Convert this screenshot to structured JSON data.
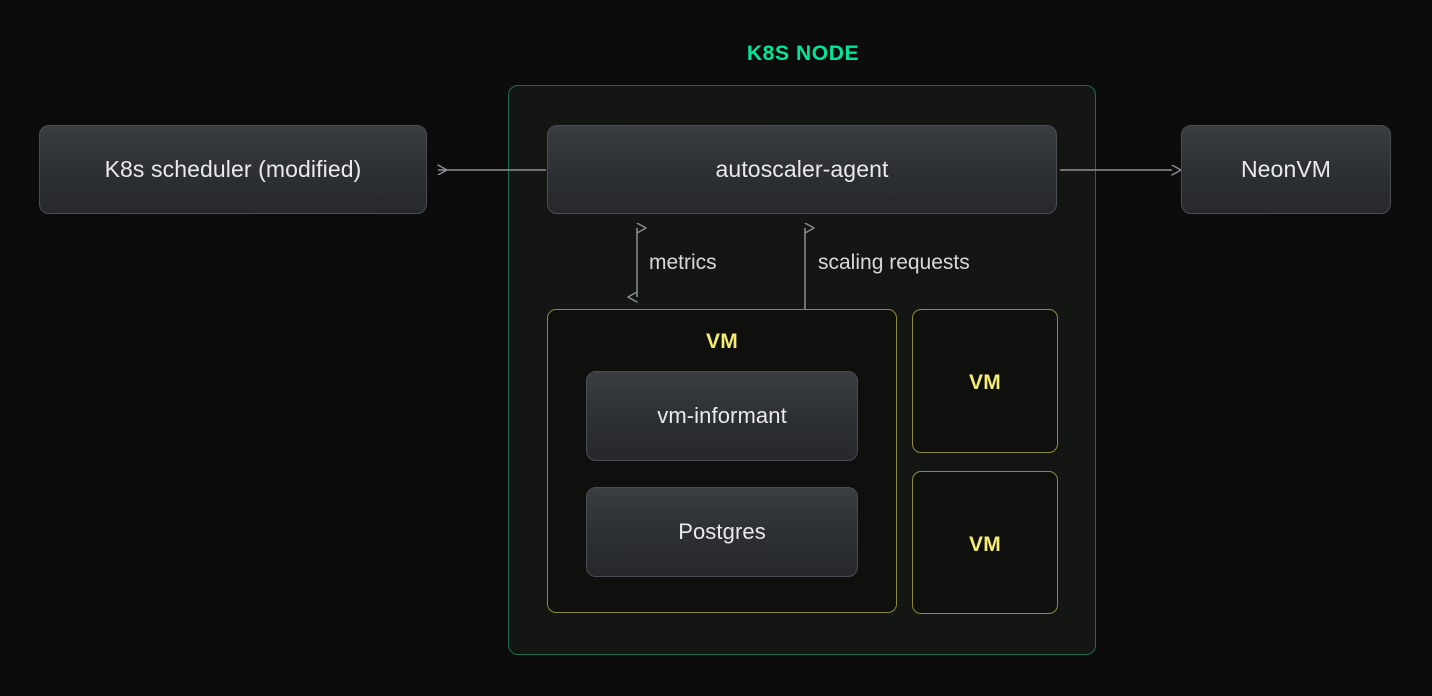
{
  "node": {
    "title": "K8S NODE",
    "title_color": "#00e599",
    "border_color": "#1f6b51"
  },
  "components": {
    "scheduler": "K8s scheduler (modified)",
    "agent": "autoscaler-agent",
    "neonvm": "NeonVM",
    "informant": "vm-informant",
    "postgres": "Postgres"
  },
  "vms": {
    "main_label": "VM",
    "right_1_label": "VM",
    "right_2_label": "VM",
    "border_color": "#8c8a3e",
    "label_color": "#f5ec72"
  },
  "edges": {
    "metrics": "metrics",
    "scaling": "scaling requests",
    "arrow_color": "#8b9097"
  },
  "theme": {
    "page_background": "#0c0c0c",
    "node_background": "#141614",
    "box_text_color": "#e9eaec",
    "edge_text_color": "#d7dadd"
  }
}
